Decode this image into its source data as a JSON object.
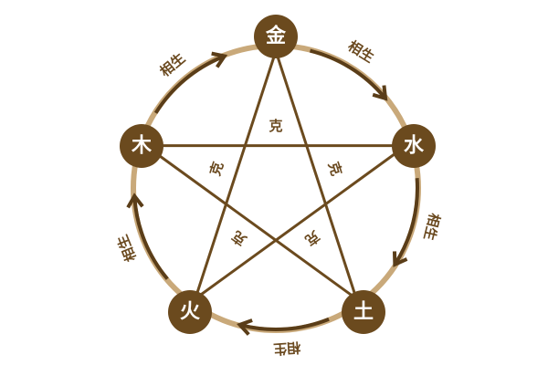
{
  "colors": {
    "node": "#6b4a1e",
    "line": "#6b4a1e",
    "ring": "#c9a97a",
    "arrow": "#5a3d18",
    "text": "#ffffff"
  },
  "elements": [
    {
      "label": "金"
    },
    {
      "label": "水"
    },
    {
      "label": "土"
    },
    {
      "label": "火"
    },
    {
      "label": "木"
    }
  ],
  "generating": {
    "label": "相生",
    "direction": "clockwise"
  },
  "overcoming": {
    "label": "克"
  }
}
